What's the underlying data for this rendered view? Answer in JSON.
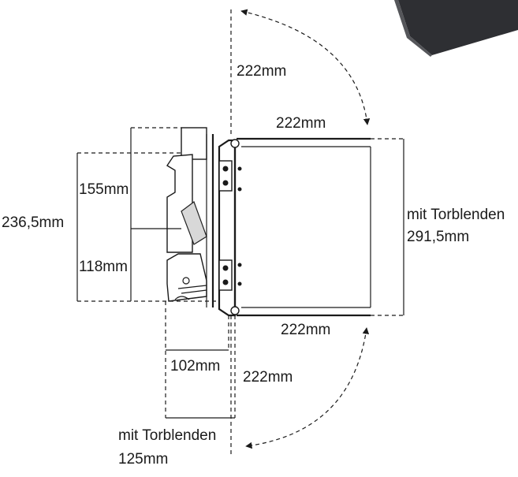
{
  "labels": {
    "swing_top_length": "222mm",
    "panel_top_length": "222mm",
    "panel_bottom_length": "222mm",
    "swing_bottom_length": "222mm",
    "upper_height": "155mm",
    "lower_height": "118mm",
    "total_height": "236,5mm",
    "depth": "102mm",
    "depth_with_doors_line1": "mit Torblenden",
    "depth_with_doors_line2": "125mm",
    "height_with_doors_line1": "mit Torblenden",
    "height_with_doors_line2": "291,5mm"
  },
  "colors": {
    "line": "#1a1a1a",
    "background": "#ffffff",
    "housing_corner": "#2e2f33"
  }
}
